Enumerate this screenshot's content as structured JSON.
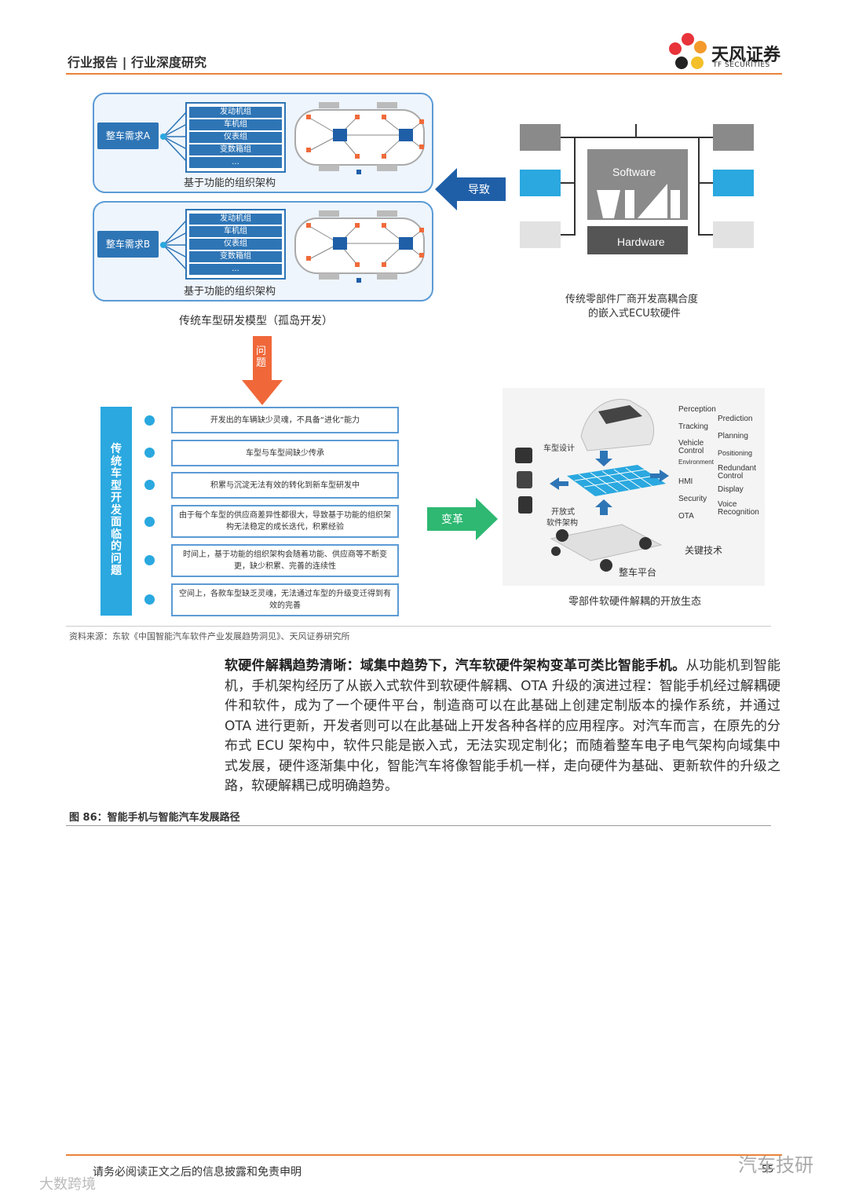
{
  "header": {
    "title": "行业报告 | 行业深度研究",
    "logo_name": "天风证券",
    "logo_sub": "TF SECURITIES"
  },
  "diagram": {
    "need_a": "整车需求A",
    "need_b": "整车需求B",
    "func_items": [
      "发动机组",
      "车机组",
      "仪表组",
      "变数箱组",
      "..."
    ],
    "func_caption": "基于功能的组织架构",
    "traditional_caption": "传统车型研发模型（孤岛开发）",
    "lead_label": "导致",
    "software_label": "Software",
    "hardware_label": "Hardware",
    "ecu_caption_1": "传统零部件厂商开发高耦合度",
    "ecu_caption_2": "的嵌入式ECU软硬件",
    "problem_label": "问题",
    "side_title": "传统车型开发面临的问题",
    "issues": [
      "开发出的车辆缺少灵魂，不具备“进化”能力",
      "车型与车型间缺少传承",
      "积累与沉淀无法有效的转化到新车型研发中",
      "由于每个车型的供应商差异性都很大，导致基于功能的组织架构无法稳定的成长迭代，积累经验",
      "时间上，基于功能的组织架构会随着功能、供应商等不断变更，缺少积累、完善的连续性",
      "空间上，各款车型缺乏灵魂，无法通过车型的升级变迁得到有效的完善"
    ],
    "change_label": "变革",
    "car_design": "车型设计",
    "open_arch_1": "开放式",
    "open_arch_2": "软件架构",
    "platform": "整车平台",
    "tech_left": [
      "Perception",
      "Tracking",
      "Vehicle Control",
      "Environment",
      "HMI",
      "Security",
      "OTA"
    ],
    "tech_right": [
      "Prediction",
      "Planning",
      "Positioning",
      "Redundant Control",
      "Display",
      "Voice Recognition"
    ],
    "key_tech": "关键技术",
    "eco_caption": "零部件软硬件解耦的开放生态"
  },
  "source": "资料来源：东软《中国智能汽车软件产业发展趋势洞见》、天风证券研究所",
  "body": {
    "bold": "软硬件解耦趋势清晰：域集中趋势下，汽车软硬件架构变革可类比智能手机。",
    "text": "从功能机到智能机，手机架构经历了从嵌入式软件到软硬件解耦、OTA 升级的演进过程：智能手机经过解耦硬件和软件，成为了一个硬件平台，制造商可以在此基础上创建定制版本的操作系统，并通过 OTA 进行更新，开发者则可以在此基础上开发各种各样的应用程序。对汽车而言，在原先的分布式 ECU 架构中，软件只能是嵌入式，无法实现定制化；而随着整车电子电气架构向域集中式发展，硬件逐渐集中化，智能汽车将像智能手机一样，走向硬件为基础、更新软件的升级之路，软硬解耦已成明确趋势。"
  },
  "figure_title": "图 86：智能手机与智能汽车发展路径",
  "footer": {
    "disclaimer": "请务必阅读正文之后的信息披露和免责申明",
    "page": "55",
    "watermark_left": "大数跨境",
    "watermark_right": "汽车技研"
  },
  "colors": {
    "accent": "#e8833a",
    "blue": "#2e75b6",
    "cyan": "#2aa8df",
    "green": "#2eb872"
  }
}
